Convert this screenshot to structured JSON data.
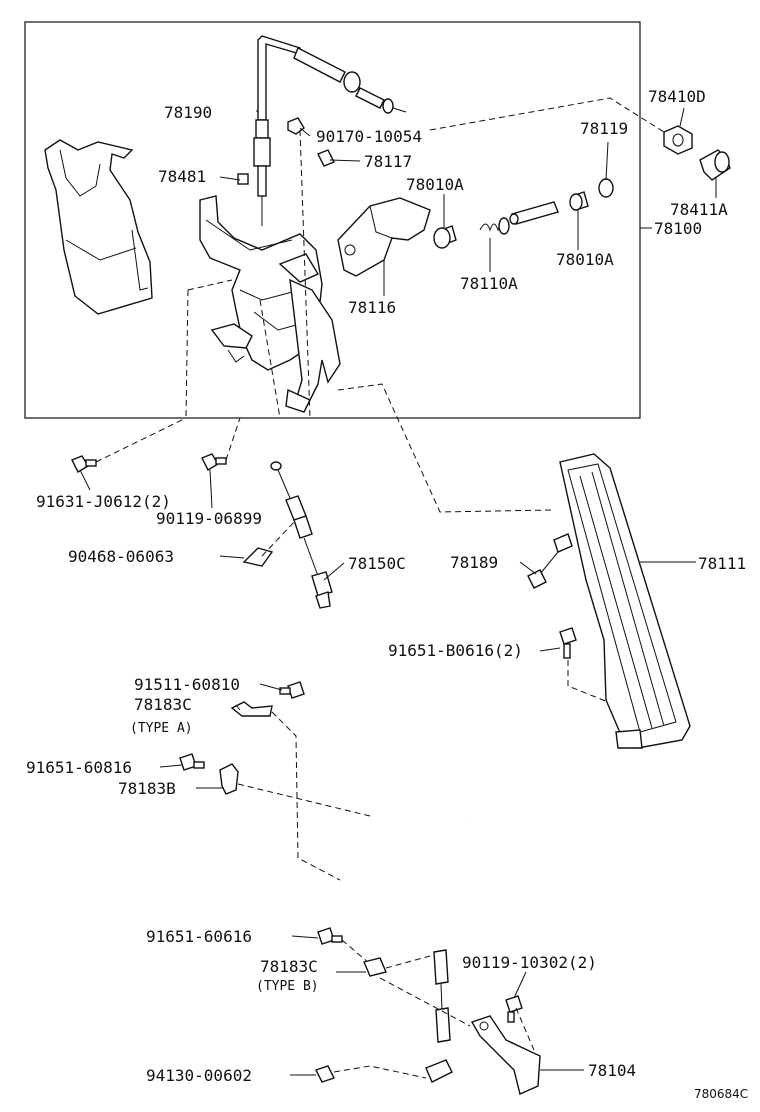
{
  "diagram_code": "780684C",
  "notes": {
    "type_a": "(TYPE A)",
    "type_b": "(TYPE B)"
  },
  "parts": {
    "p78190": "78190",
    "p90170": "90170-10054",
    "p78117": "78117",
    "p78481": "78481",
    "p78410D": "78410D",
    "p78119": "78119",
    "p78010A_top": "78010A",
    "p78411A": "78411A",
    "p78100": "78100",
    "p78010A_bot": "78010A",
    "p78110A": "78110A",
    "p78116": "78116",
    "p91631": "91631-J0612(2)",
    "p90119_06899": "90119-06899",
    "p90468": "90468-06063",
    "p78150C": "78150C",
    "p78189": "78189",
    "p78111": "78111",
    "p91651_B0616": "91651-B0616(2)",
    "p91511": "91511-60810",
    "p78183C_a": "78183C",
    "p91651_60816": "91651-60816",
    "p78183B": "78183B",
    "p91651_60616": "91651-60616",
    "p78183C_b": "78183C",
    "p90119_10302": "90119-10302(2)",
    "p94130": "94130-00602",
    "p78104": "78104"
  }
}
